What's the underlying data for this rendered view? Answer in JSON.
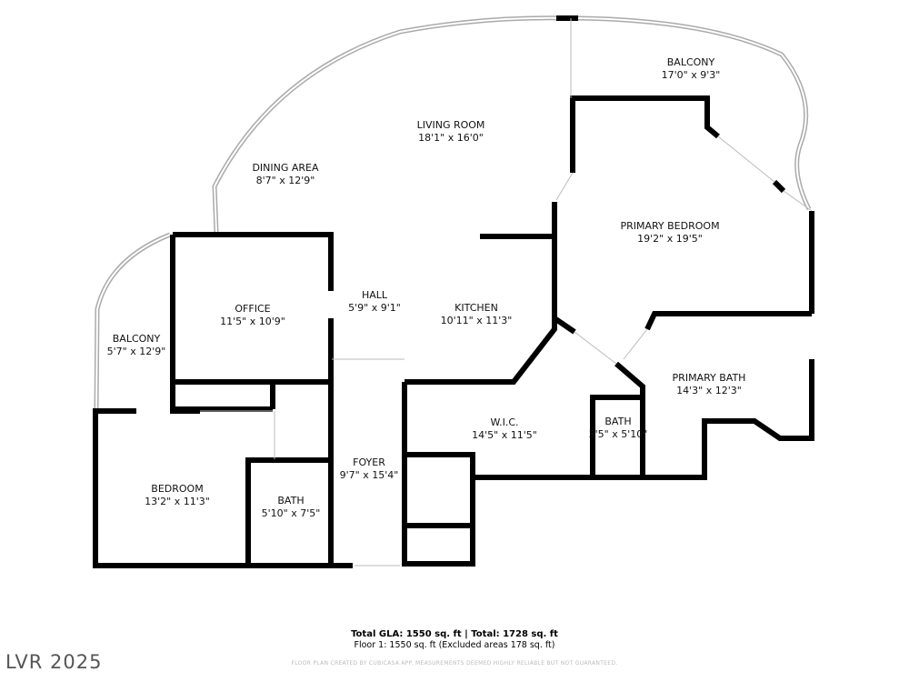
{
  "rooms": [
    {
      "name": "BALCONY",
      "dims": "17'0\" x 9'3\""
    },
    {
      "name": "LIVING ROOM",
      "dims": "18'1\" x 16'0\""
    },
    {
      "name": "DINING AREA",
      "dims": "8'7\" x 12'9\""
    },
    {
      "name": "PRIMARY BEDROOM",
      "dims": "19'2\" x 19'5\""
    },
    {
      "name": "OFFICE",
      "dims": "11'5\" x 10'9\""
    },
    {
      "name": "HALL",
      "dims": "5'9\" x 9'1\""
    },
    {
      "name": "KITCHEN",
      "dims": "10'11\" x 11'3\""
    },
    {
      "name": "BALCONY",
      "dims": "5'7\" x 12'9\""
    },
    {
      "name": "PRIMARY BATH",
      "dims": "14'3\" x 12'3\""
    },
    {
      "name": "W.I.C.",
      "dims": "14'5\" x 11'5\""
    },
    {
      "name": "BATH",
      "dims": "3'5\" x 5'10\""
    },
    {
      "name": "FOYER",
      "dims": "9'7\" x 15'4\""
    },
    {
      "name": "BEDROOM",
      "dims": "13'2\" x 11'3\""
    },
    {
      "name": "BATH",
      "dims": "5'10\" x 7'5\""
    }
  ],
  "footer": {
    "totals": "Total GLA: 1550 sq. ft | Total: 1728 sq. ft",
    "floor": "Floor 1: 1550 sq. ft (Excluded areas 178 sq. ft)",
    "disclaimer": "FLOOR PLAN CREATED BY CUBICASA APP. MEASUREMENTS DEEMED HIGHLY RELIABLE BUT NOT GUARANTEED."
  },
  "watermark": "LVR 2025",
  "colors": {
    "wall": "#000000",
    "window": "#9a9a9a"
  }
}
